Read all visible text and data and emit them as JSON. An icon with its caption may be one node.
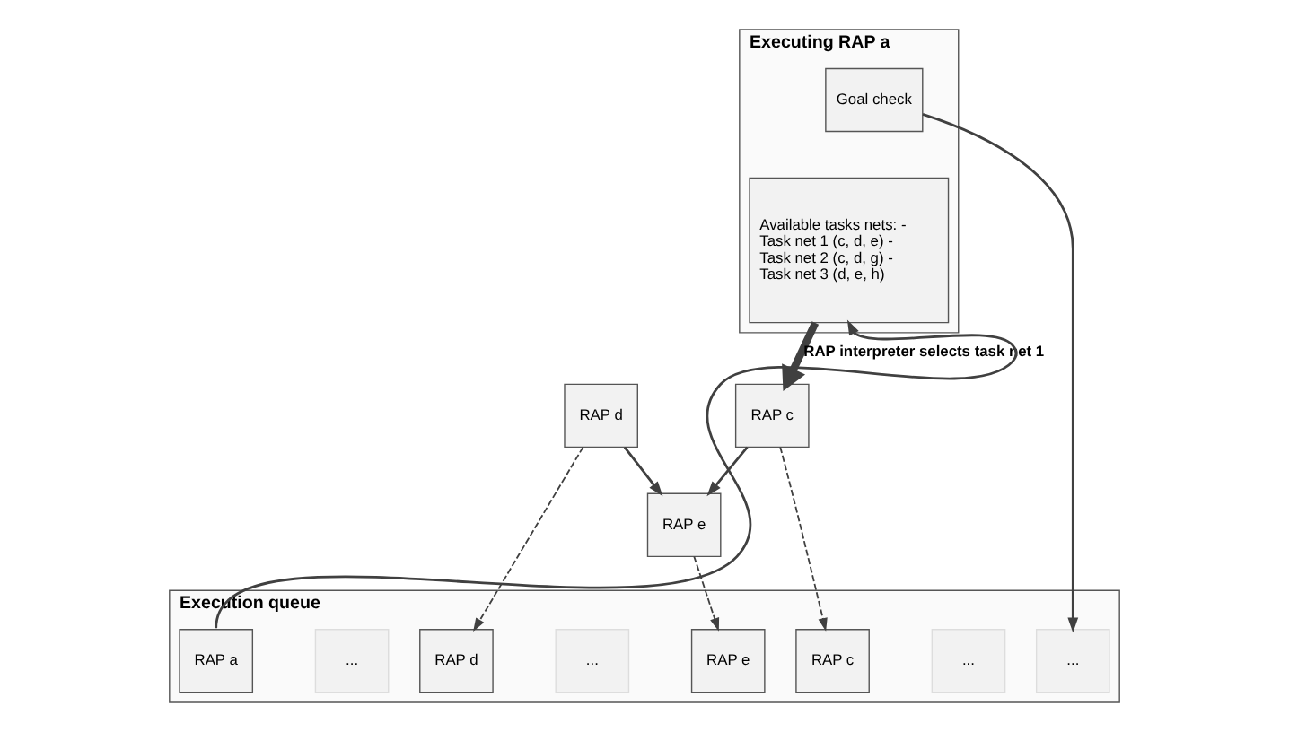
{
  "diagram": {
    "nodes": [
      {
        "text": [
          "Executing RAP a"
        ]
      },
      {
        "text": [
          "Goal check"
        ],
        "in": 0
      },
      {
        "text": [
          "Available tasks nets: - Task net 1 (c, d, e) - Task net 2 (c, d, g) - Task net 3 (d, e, h)"
        ],
        "in": 0
      },
      {
        "text": [
          "RAP c"
        ]
      },
      {
        "text": [
          "RAP d"
        ]
      },
      {
        "text": [
          "RAP e"
        ]
      },
      {
        "text": [
          "Execution queue"
        ]
      },
      {
        "text": [
          "RAP a"
        ],
        "in": 6
      },
      {
        "text": [
          "..."
        ],
        "in": 6
      },
      {
        "text": [
          "RAP c"
        ],
        "in": 6
      },
      {
        "text": [
          "..."
        ],
        "in": 6
      },
      {
        "text": [
          "RAP d"
        ],
        "in": 6
      },
      {
        "text": [
          "..."
        ],
        "in": 6
      },
      {
        "text": [
          "RAP e"
        ],
        "in": 6
      },
      {
        "text": [
          "..."
        ],
        "in": 6
      }
    ],
    "edges": [
      {
        "from": 2,
        "to": 3,
        "arrow": "to",
        "label": "RAP interpreter selects task net 1",
        "style": "thick"
      },
      {
        "from": 3,
        "to": 5,
        "arrow": "to"
      },
      {
        "from": 4,
        "to": 5,
        "arrow": "to"
      },
      {
        "from": 3,
        "to": 9,
        "arrow": "to",
        "style": "dashed"
      },
      {
        "from": 4,
        "to": 11,
        "arrow": "to",
        "style": "dashed"
      },
      {
        "from": 5,
        "to": 13,
        "arrow": "to",
        "style": "dashed"
      },
      {
        "from": 1,
        "to": 14,
        "arrow": "to"
      },
      {
        "from": 7,
        "to": 2,
        "arrow": "to"
      }
    ]
  }
}
